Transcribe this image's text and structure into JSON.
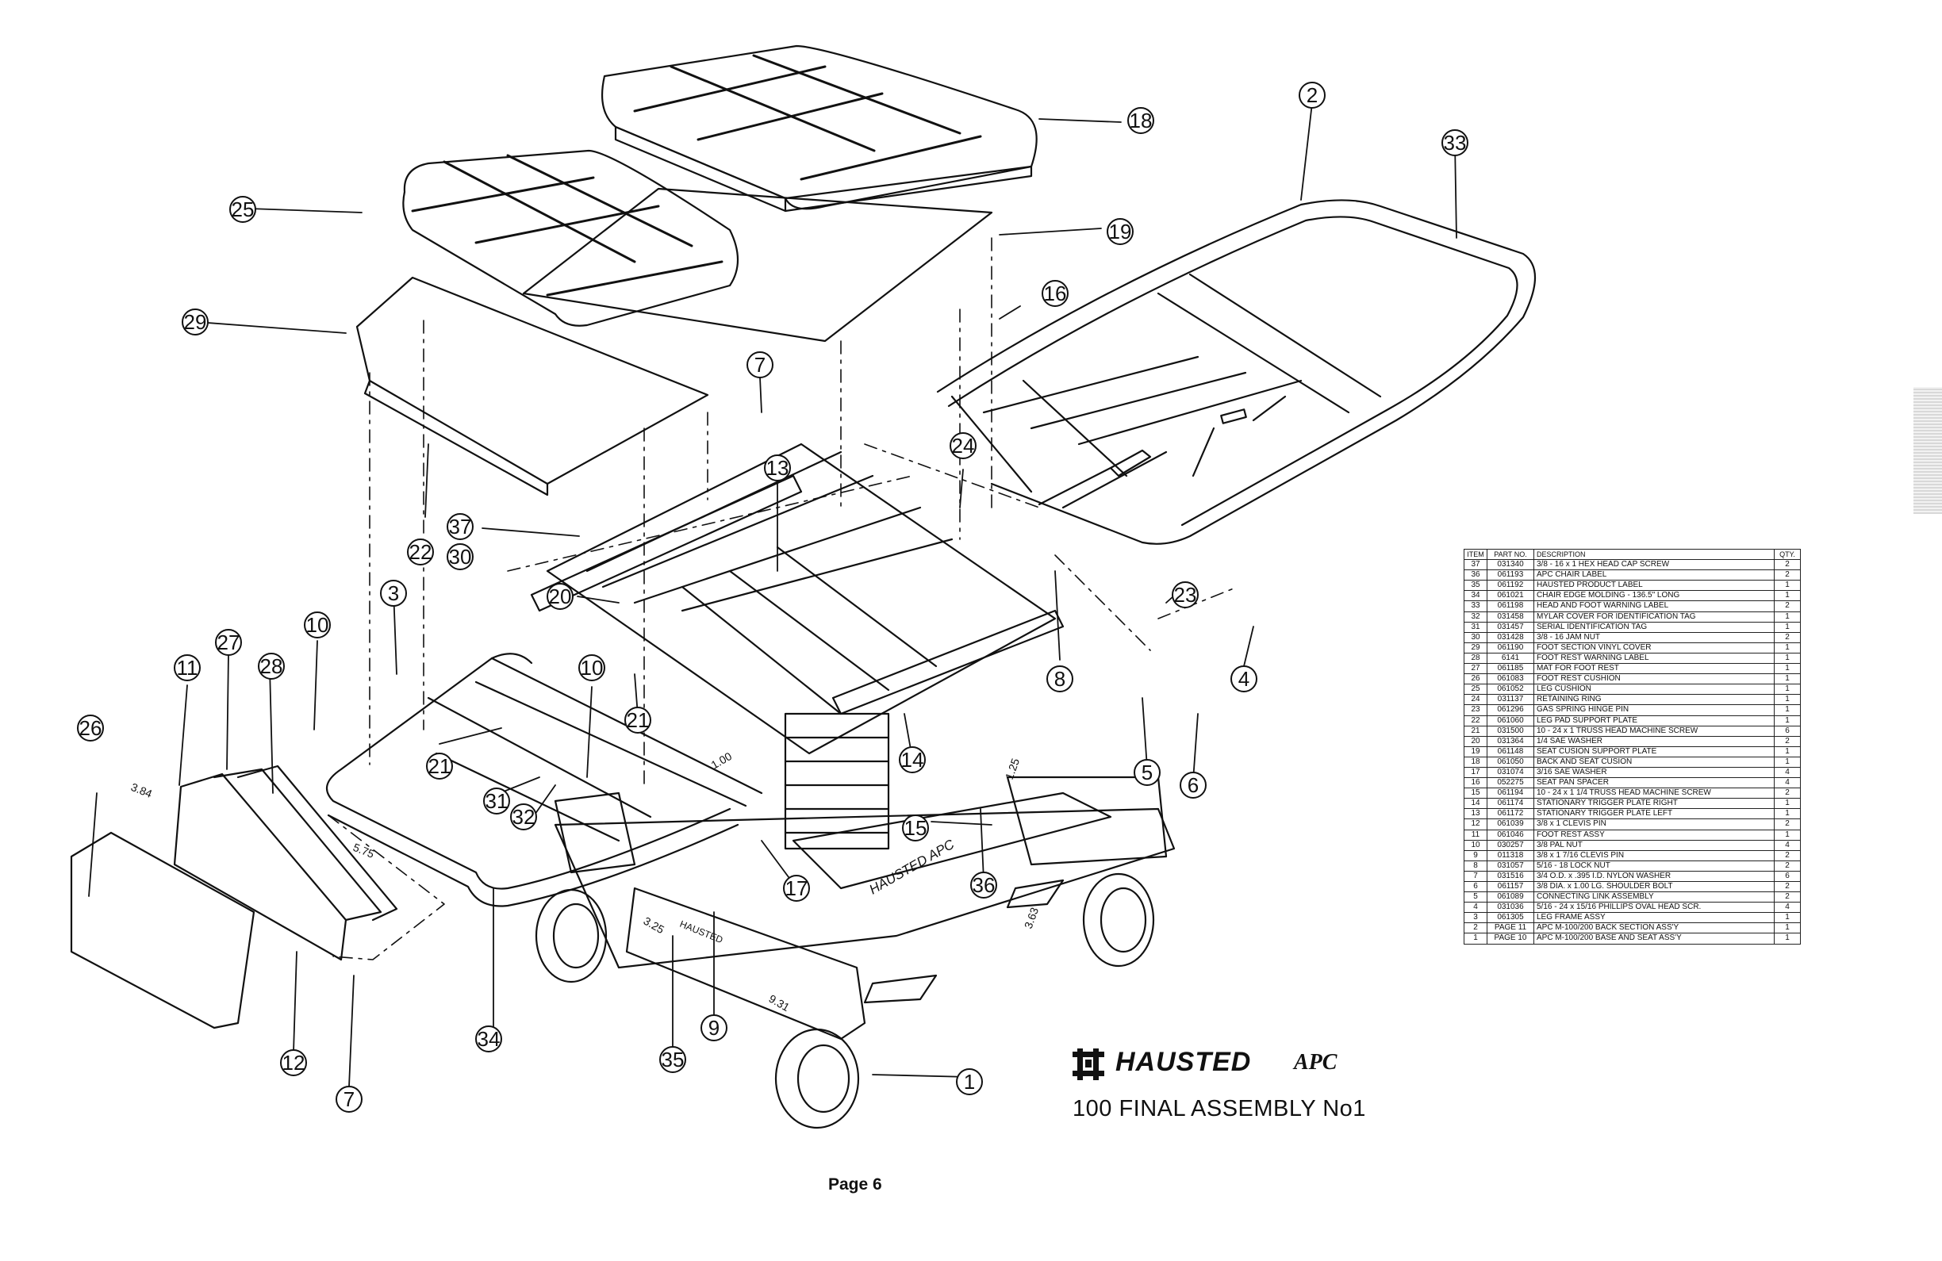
{
  "brand": {
    "name": "HAUSTED",
    "model": "APC"
  },
  "assembly_title": "100 FINAL ASSEMBLY No1",
  "page_label": "Page 6",
  "callouts": [
    "1",
    "2",
    "3",
    "4",
    "5",
    "6",
    "7",
    "7",
    "8",
    "9",
    "10",
    "10",
    "11",
    "12",
    "13",
    "14",
    "15",
    "16",
    "17",
    "18",
    "19",
    "20",
    "21",
    "21",
    "22",
    "23",
    "24",
    "25",
    "26",
    "27",
    "28",
    "29",
    "30",
    "31",
    "32",
    "33",
    "34",
    "35",
    "36",
    "37"
  ],
  "dimensions": {
    "d1": "3.84",
    "d2": "5.75",
    "d3": "1.00",
    "d4": "1.25",
    "d5": "3.25",
    "d6": "3.63",
    "d7": "9.31"
  },
  "labels": {
    "haus_apc": "HAUSTED APC",
    "haus_plate": "HAUSTED"
  },
  "parts_table": {
    "headers": {
      "item": "ITEM",
      "part_no": "PART NO.",
      "description": "DESCRIPTION",
      "qty": "QTY."
    },
    "rows": [
      {
        "item": "37",
        "part": "031340",
        "desc": "3/8 - 16 x 1 HEX HEAD CAP SCREW",
        "qty": "2"
      },
      {
        "item": "36",
        "part": "061193",
        "desc": "APC CHAIR LABEL",
        "qty": "2"
      },
      {
        "item": "35",
        "part": "061192",
        "desc": "HAUSTED PRODUCT LABEL",
        "qty": "1"
      },
      {
        "item": "34",
        "part": "061021",
        "desc": "CHAIR EDGE MOLDING - 136.5\" LONG",
        "qty": "1"
      },
      {
        "item": "33",
        "part": "061198",
        "desc": "HEAD AND FOOT WARNING LABEL",
        "qty": "2"
      },
      {
        "item": "32",
        "part": "031458",
        "desc": "MYLAR COVER FOR IDENTIFICATION TAG",
        "qty": "1"
      },
      {
        "item": "31",
        "part": "031457",
        "desc": "SERIAL IDENTIFICATION TAG",
        "qty": "1"
      },
      {
        "item": "30",
        "part": "031428",
        "desc": "3/8 - 16 JAM NUT",
        "qty": "2"
      },
      {
        "item": "29",
        "part": "061190",
        "desc": "FOOT SECTION VINYL COVER",
        "qty": "1"
      },
      {
        "item": "28",
        "part": "6141",
        "desc": "FOOT REST WARNING LABEL",
        "qty": "1"
      },
      {
        "item": "27",
        "part": "061185",
        "desc": "MAT FOR FOOT REST",
        "qty": "1"
      },
      {
        "item": "26",
        "part": "061083",
        "desc": "FOOT REST CUSHION",
        "qty": "1"
      },
      {
        "item": "25",
        "part": "061052",
        "desc": "LEG CUSHION",
        "qty": "1"
      },
      {
        "item": "24",
        "part": "031137",
        "desc": "RETAINING RING",
        "qty": "1"
      },
      {
        "item": "23",
        "part": "061296",
        "desc": "GAS SPRING HINGE PIN",
        "qty": "1"
      },
      {
        "item": "22",
        "part": "061060",
        "desc": "LEG PAD SUPPORT PLATE",
        "qty": "1"
      },
      {
        "item": "21",
        "part": "031500",
        "desc": "10 - 24 x 1 TRUSS HEAD MACHINE SCREW",
        "qty": "6"
      },
      {
        "item": "20",
        "part": "031364",
        "desc": "1/4 SAE WASHER",
        "qty": "2"
      },
      {
        "item": "19",
        "part": "061148",
        "desc": "SEAT CUSION SUPPORT PLATE",
        "qty": "1"
      },
      {
        "item": "18",
        "part": "061050",
        "desc": "BACK AND SEAT CUSION",
        "qty": "1"
      },
      {
        "item": "17",
        "part": "031074",
        "desc": "3/16 SAE WASHER",
        "qty": "4"
      },
      {
        "item": "16",
        "part": "052275",
        "desc": "SEAT PAN SPACER",
        "qty": "4"
      },
      {
        "item": "15",
        "part": "061194",
        "desc": "10 - 24 x 1 1/4 TRUSS HEAD MACHINE SCREW",
        "qty": "2"
      },
      {
        "item": "14",
        "part": "061174",
        "desc": "STATIONARY TRIGGER PLATE RIGHT",
        "qty": "1"
      },
      {
        "item": "13",
        "part": "061172",
        "desc": "STATIONARY TRIGGER PLATE LEFT",
        "qty": "1"
      },
      {
        "item": "12",
        "part": "061039",
        "desc": "3/8 x 1 CLEVIS PIN",
        "qty": "2"
      },
      {
        "item": "11",
        "part": "061046",
        "desc": "FOOT REST ASSY",
        "qty": "1"
      },
      {
        "item": "10",
        "part": "030257",
        "desc": "3/8 PAL NUT",
        "qty": "4"
      },
      {
        "item": "9",
        "part": "011318",
        "desc": "3/8 x 1 7/16 CLEVIS PIN",
        "qty": "2"
      },
      {
        "item": "8",
        "part": "031057",
        "desc": "5/16 - 18 LOCK NUT",
        "qty": "2"
      },
      {
        "item": "7",
        "part": "031516",
        "desc": "3/4 O.D. x .395 I.D. NYLON WASHER",
        "qty": "6"
      },
      {
        "item": "6",
        "part": "061157",
        "desc": "3/8 DIA. x 1.00 LG. SHOULDER BOLT",
        "qty": "2"
      },
      {
        "item": "5",
        "part": "061089",
        "desc": "CONNECTING LINK ASSEMBLY",
        "qty": "2"
      },
      {
        "item": "4",
        "part": "031036",
        "desc": "5/16 - 24 x 15/16 PHILLIPS OVAL HEAD SCR.",
        "qty": "4"
      },
      {
        "item": "3",
        "part": "061305",
        "desc": "LEG FRAME ASSY",
        "qty": "1"
      },
      {
        "item": "2",
        "part": "PAGE 11",
        "desc": "APC M-100/200 BACK SECTION ASS'Y",
        "qty": "1"
      },
      {
        "item": "1",
        "part": "PAGE 10",
        "desc": "APC M-100/200 BASE AND SEAT ASS'Y",
        "qty": "1"
      }
    ]
  }
}
